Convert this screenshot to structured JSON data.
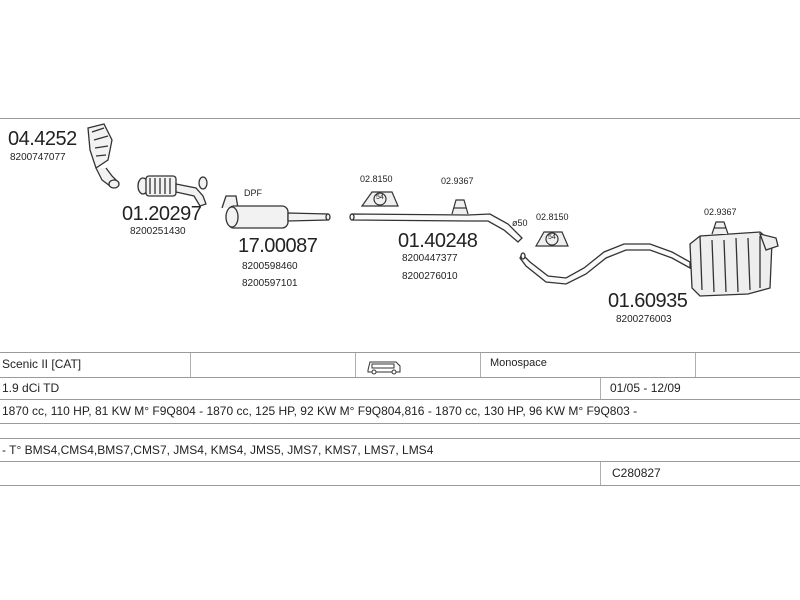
{
  "parts": {
    "cat": {
      "number": "04.4252",
      "oem": "8200747077"
    },
    "front_pipe": {
      "number": "01.20297",
      "oem": "8200251430"
    },
    "dpf": {
      "label": "DPF",
      "number": "17.00087",
      "oem1": "8200598460",
      "oem2": "8200597101"
    },
    "middle": {
      "number": "01.40248",
      "oem1": "8200447377",
      "oem2": "8200276010"
    },
    "hanger_a": {
      "number": "02.8150",
      "size": "54"
    },
    "clamp_a": {
      "number": "02.9367"
    },
    "diameter": "ø50",
    "hanger_b": {
      "number": "02.8150",
      "size": "54"
    },
    "clamp_b": {
      "number": "02.9367"
    },
    "rear": {
      "number": "01.60935",
      "oem": "8200276003"
    }
  },
  "table": {
    "model": "Scenic II [CAT]",
    "body_type": "Monospace",
    "engine": "1.9 dCi TD",
    "dates": "01/05 - 12/09",
    "specs": "1870 cc, 110 HP, 81 KW M° F9Q804 - 1870 cc, 125 HP, 92 KW M° F9Q804,816 - 1870 cc, 130 HP, 96 KW M° F9Q803 -",
    "types": "- T° BMS4,CMS4,BMS7,CMS7, JMS4, KMS4, JMS5, JMS7, KMS7, LMS7, LMS4",
    "code": "C280827"
  },
  "icons": {
    "vehicle": "van-icon"
  }
}
